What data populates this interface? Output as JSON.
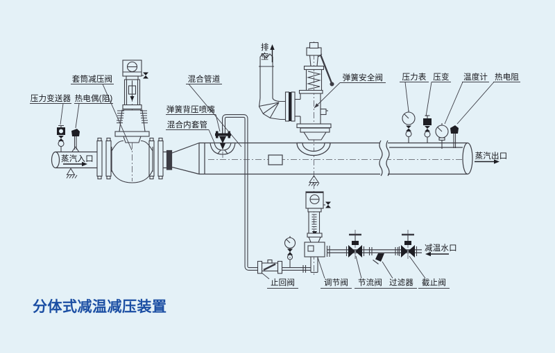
{
  "title": "分体式减温减压装置",
  "colors": {
    "background": "#e4f1f7",
    "line": "#3c3c44",
    "dark_fill": "#1e1e24",
    "text": "#15151a",
    "title": "#1b4ea3"
  },
  "labels": {
    "pressure_transmitter": "压力变送器",
    "thermocouple": "热电偶(阻)",
    "sleeve_reducing_valve": "套筒减压阀",
    "mixing_pipe": "混合管道",
    "spring_backpressure_nozzle": "弹簧背压喷嘴",
    "mixing_inner_sleeve": "混合内套管",
    "vent": "排空",
    "spring_safety_valve": "弹簧安全阀",
    "pressure_gauge": "压力表",
    "pressure_transducer": "压变",
    "thermometer": "温度计",
    "rtd": "热电阻",
    "steam_inlet": "蒸汽入口",
    "steam_outlet": "蒸汽出口",
    "water_inlet": "减温水口",
    "check_valve": "止回阀",
    "regulating_valve": "调节阀",
    "throttle_valve": "节流阀",
    "strainer": "过滤器",
    "stop_valve": "截止阀"
  }
}
